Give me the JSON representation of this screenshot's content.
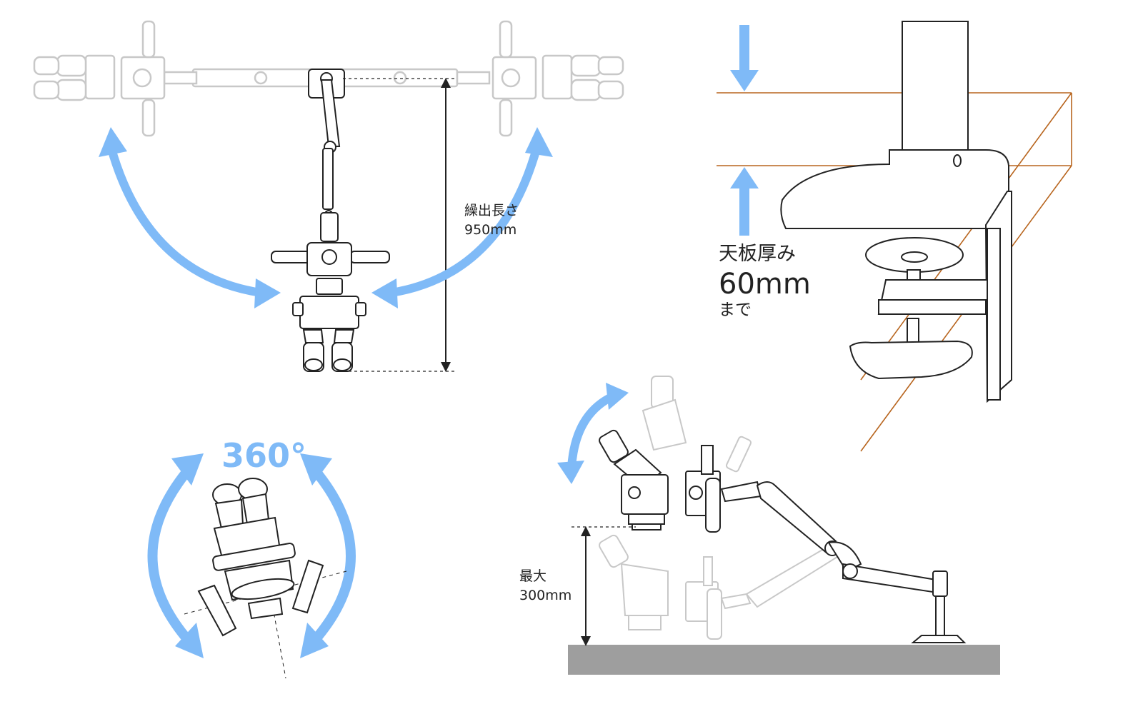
{
  "colors": {
    "arrow_blue": "#7fbaf7",
    "line_dark": "#222222",
    "ghost": "#c8c8c8",
    "desk_line": "#b8651e",
    "floor": "#9e9e9e"
  },
  "reach": {
    "label": "繰出長さ",
    "value": "950mm"
  },
  "rotation": {
    "degrees": "360°"
  },
  "desk_thickness": {
    "line1": "天板厚み",
    "line2": "60mm",
    "line3": "まで"
  },
  "height": {
    "label": "最大",
    "value": "300mm"
  },
  "icons": [
    "microscope-top-view",
    "desk-clamp",
    "microscope-side-view",
    "rotation-arrows"
  ]
}
